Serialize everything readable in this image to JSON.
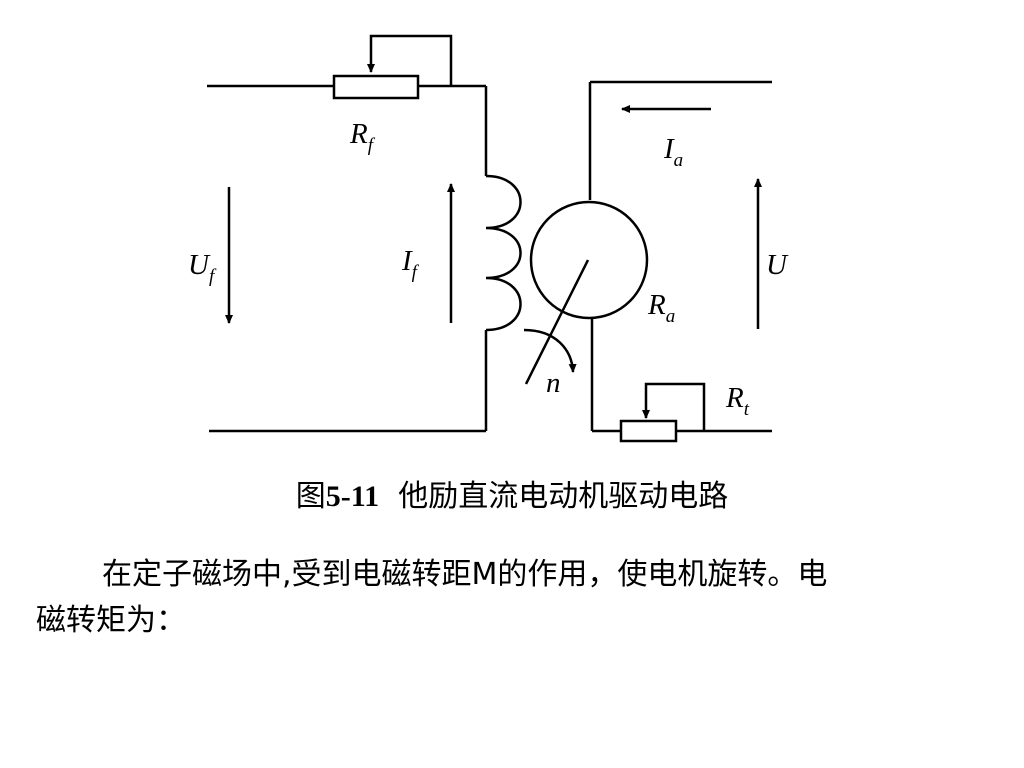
{
  "diagram": {
    "labels": {
      "rf": {
        "main": "R",
        "sub": "f"
      },
      "ia": {
        "main": "I",
        "sub": "a"
      },
      "uf": {
        "main": "U",
        "sub": "f"
      },
      "if": {
        "main": "I",
        "sub": "f"
      },
      "u": {
        "main": "U"
      },
      "ra": {
        "main": "R",
        "sub": "a"
      },
      "n": {
        "main": "n"
      },
      "rt": {
        "main": "R",
        "sub": "t"
      }
    }
  },
  "caption": {
    "prefix": "图",
    "number": "5-11",
    "title": "他励直流电动机驱动电路"
  },
  "paragraph": {
    "line1": "在定子磁场中,受到电磁转距M的作用，使电机旋转。电",
    "line2": "磁转矩为："
  }
}
